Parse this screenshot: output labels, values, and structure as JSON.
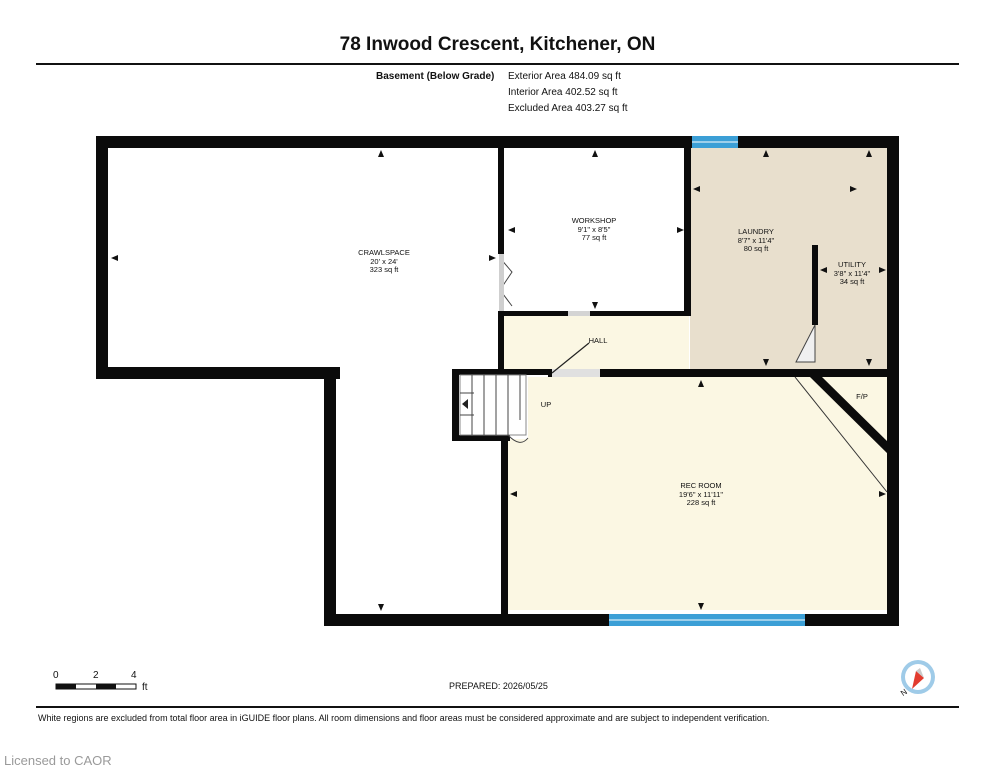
{
  "title": "78 Inwood Crescent, Kitchener, ON",
  "level": {
    "name": "Basement (Below Grade)",
    "exterior_area": "Exterior Area 484.09 sq ft",
    "interior_area": "Interior Area 402.52 sq ft",
    "excluded_area": "Excluded Area 403.27 sq ft"
  },
  "rooms": {
    "crawlspace": {
      "name": "CRAWLSPACE",
      "dims": "20' x 24'",
      "area": "323 sq ft"
    },
    "workshop": {
      "name": "WORKSHOP",
      "dims": "9'1\" x 8'5\"",
      "area": "77 sq ft"
    },
    "laundry": {
      "name": "LAUNDRY",
      "dims": "8'7\" x 11'4\"",
      "area": "80 sq ft"
    },
    "utility": {
      "name": "UTILITY",
      "dims": "3'8\" x 11'4\"",
      "area": "34 sq ft"
    },
    "hall": {
      "name": "HALL"
    },
    "fp": {
      "name": "F/P"
    },
    "up": {
      "name": "UP"
    },
    "rec_room": {
      "name": "REC ROOM",
      "dims": "19'6\" x 11'11\"",
      "area": "228 sq ft"
    }
  },
  "colors": {
    "wall": "#0b0b0b",
    "finished_floor": "#fbf7e3",
    "laundry_floor": "#e8dfcd",
    "window": "#3b9fd6",
    "compass_needle": "#e23b2e"
  },
  "scale": {
    "labels": [
      "0",
      "2",
      "4"
    ],
    "unit": "ft"
  },
  "compass": {
    "label": "N",
    "icon": "compass-icon"
  },
  "prepared": "PREPARED: 2026/05/25",
  "footnote": "White regions are excluded from total floor area in iGUIDE floor plans. All room dimensions and floor areas must be considered approximate and are subject to independent verification.",
  "license": "Licensed to CAOR"
}
